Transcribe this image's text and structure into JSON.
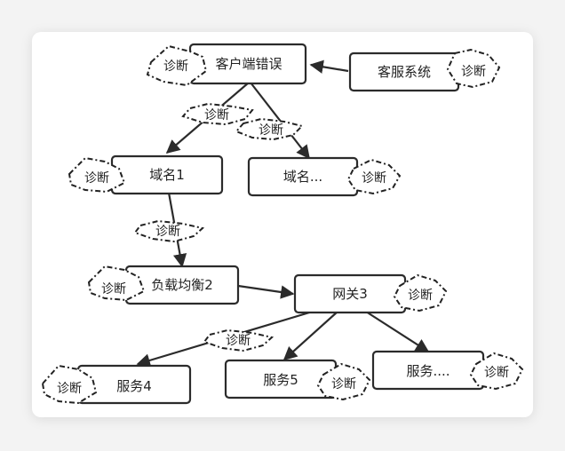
{
  "nodes": {
    "client_error": "客户端错误",
    "support_system": "客服系统",
    "domain1": "域名1",
    "domain_more": "域名...",
    "load_balancer2": "负载均衡2",
    "gateway3": "网关3",
    "service4": "服务4",
    "service5": "服务5",
    "service_more": "服务...."
  },
  "diagnose_label": "诊断"
}
